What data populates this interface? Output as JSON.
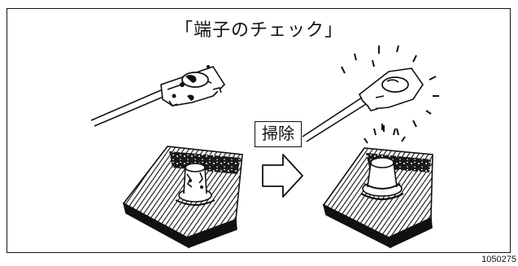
{
  "diagram": {
    "title": "「端子のチェック」",
    "action_label": "掃除",
    "figure_number": "1050275"
  },
  "icons": {
    "left_top": "dirty-battery-terminal-connector-icon",
    "left_bottom": "corroded-battery-post-icon",
    "arrow": "right-arrow-icon",
    "right_top": "clean-shining-terminal-connector-icon",
    "right_bottom": "clean-shining-battery-post-icon"
  },
  "colors": {
    "ink": "#111111",
    "background": "#ffffff"
  }
}
